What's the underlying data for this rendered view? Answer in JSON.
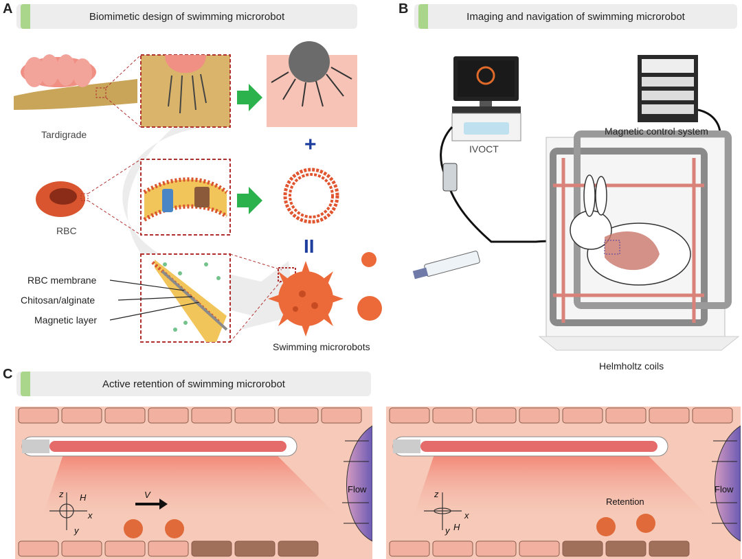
{
  "panels": {
    "A": {
      "letter": "A",
      "title": "Biomimetic design of swimming microrobot",
      "labels": {
        "tardigrade": "Tardigrade",
        "rbc": "RBC",
        "rbc_membrane": "RBC membrane",
        "chitosan": "Chitosan/alginate",
        "magnetic_layer": "Magnetic layer",
        "swimming_microrobots": "Swimming microrobots"
      },
      "symbols": {
        "plus": "+",
        "equals": "II"
      }
    },
    "B": {
      "letter": "B",
      "title": "Imaging and navigation of swimming microrobot",
      "labels": {
        "ivoct": "IVOCT",
        "magnetic_control": "Magnetic control system",
        "helmholtz": "Helmholtz coils"
      }
    },
    "C": {
      "letter": "C",
      "title": "Active retention of swimming microrobot",
      "left": {
        "flow": "Flow",
        "velocity": "V",
        "axis_z": "z",
        "axis_x": "x",
        "axis_y": "y",
        "axis_h": "H"
      },
      "right": {
        "flow": "Flow",
        "retention": "Retention",
        "axis_z": "z",
        "axis_x": "x",
        "axis_y": "y",
        "axis_h": "H"
      }
    }
  },
  "colors": {
    "header_bg": "#ededed",
    "header_tab": "#a9d68a",
    "arrow_green": "#2bb24c",
    "plus_blue": "#1f3f9e",
    "vessel_pink": "#f6c9b8",
    "cell_pink": "#f2b1a0",
    "microrobot_orange": "#ec6a3a",
    "frame_grey": "#8a8a8a",
    "coil_red": "#d9827a"
  }
}
